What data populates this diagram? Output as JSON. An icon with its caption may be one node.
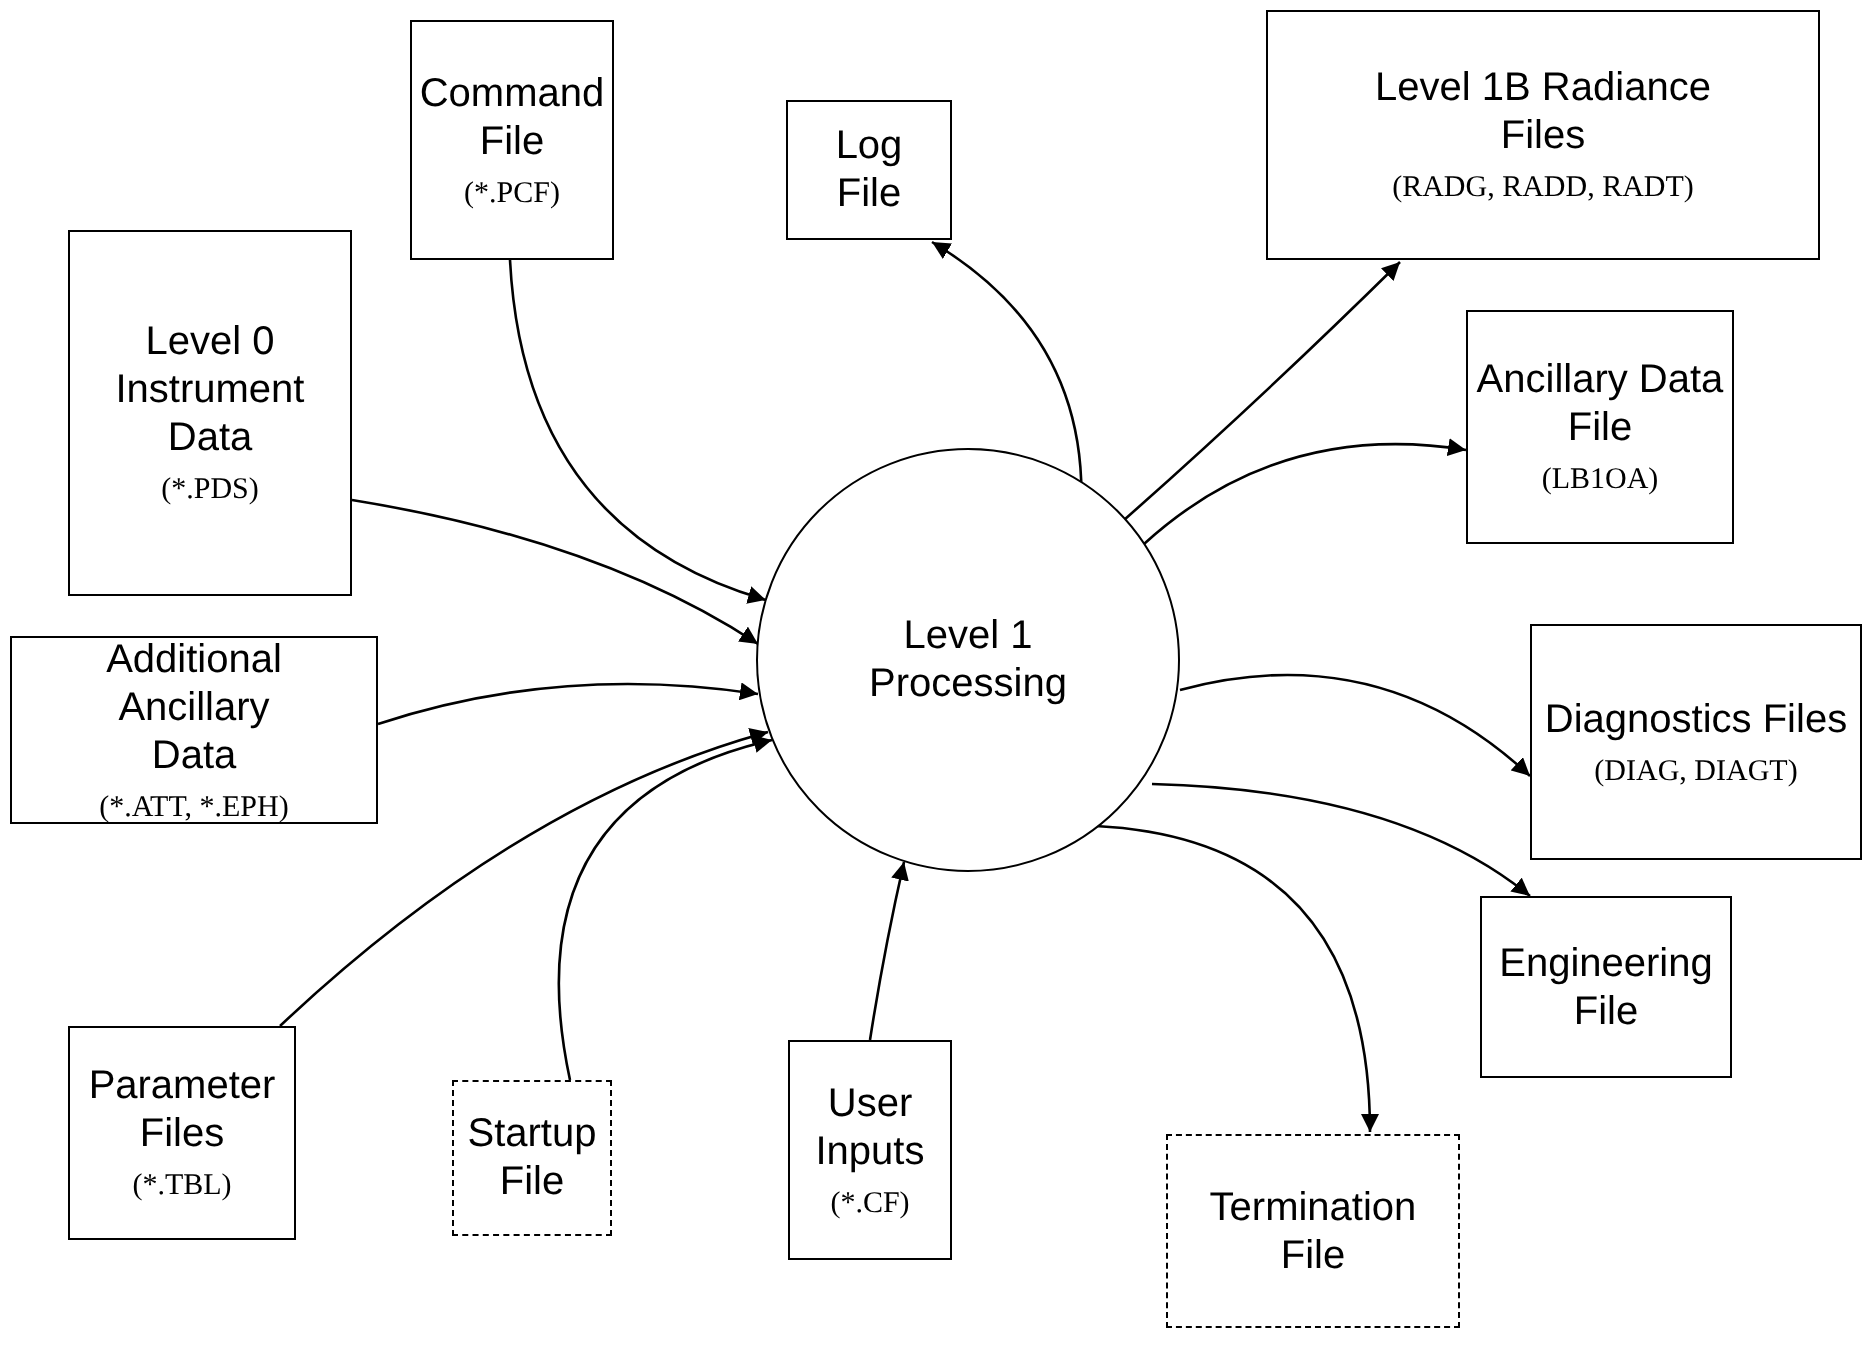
{
  "diagram": {
    "nodes": [
      {
        "text": [
          "Level 0 Instrument Data",
          "(*.PDS)"
        ]
      },
      {
        "text": [
          "Command File",
          "(*.PCF)"
        ]
      },
      {
        "text": [
          "Log File"
        ]
      },
      {
        "text": [
          "Level 1B Radiance Files",
          "(RADG, RADD, RADT)"
        ]
      },
      {
        "text": [
          "Ancillary Data File",
          "(LB1OA)"
        ]
      },
      {
        "text": [
          "Additional Ancillary Data",
          "(*.ATT, *.EPH)"
        ]
      },
      {
        "text": [
          "Level 1 Processing"
        ]
      },
      {
        "text": [
          "Diagnostics Files",
          "(DIAG, DIAGT)"
        ]
      },
      {
        "text": [
          "Engineering File"
        ]
      },
      {
        "text": [
          "Parameter Files",
          "(*.TBL)"
        ]
      },
      {
        "text": [
          "Startup File"
        ]
      },
      {
        "text": [
          "User Inputs",
          "(*.CF)"
        ]
      },
      {
        "text": [
          "Termination File"
        ]
      }
    ],
    "edges": [
      {
        "from": 0,
        "to": 6,
        "arrow": "to"
      },
      {
        "from": 1,
        "to": 6,
        "arrow": "to"
      },
      {
        "from": 5,
        "to": 6,
        "arrow": "to"
      },
      {
        "from": 9,
        "to": 6,
        "arrow": "to"
      },
      {
        "from": 10,
        "to": 6,
        "arrow": "to"
      },
      {
        "from": 11,
        "to": 6,
        "arrow": "to"
      },
      {
        "from": 6,
        "to": 2,
        "arrow": "to"
      },
      {
        "from": 6,
        "to": 3,
        "arrow": "to"
      },
      {
        "from": 6,
        "to": 4,
        "arrow": "to"
      },
      {
        "from": 6,
        "to": 7,
        "arrow": "to"
      },
      {
        "from": 6,
        "to": 8,
        "arrow": "to"
      },
      {
        "from": 6,
        "to": 12,
        "arrow": "to"
      }
    ]
  }
}
